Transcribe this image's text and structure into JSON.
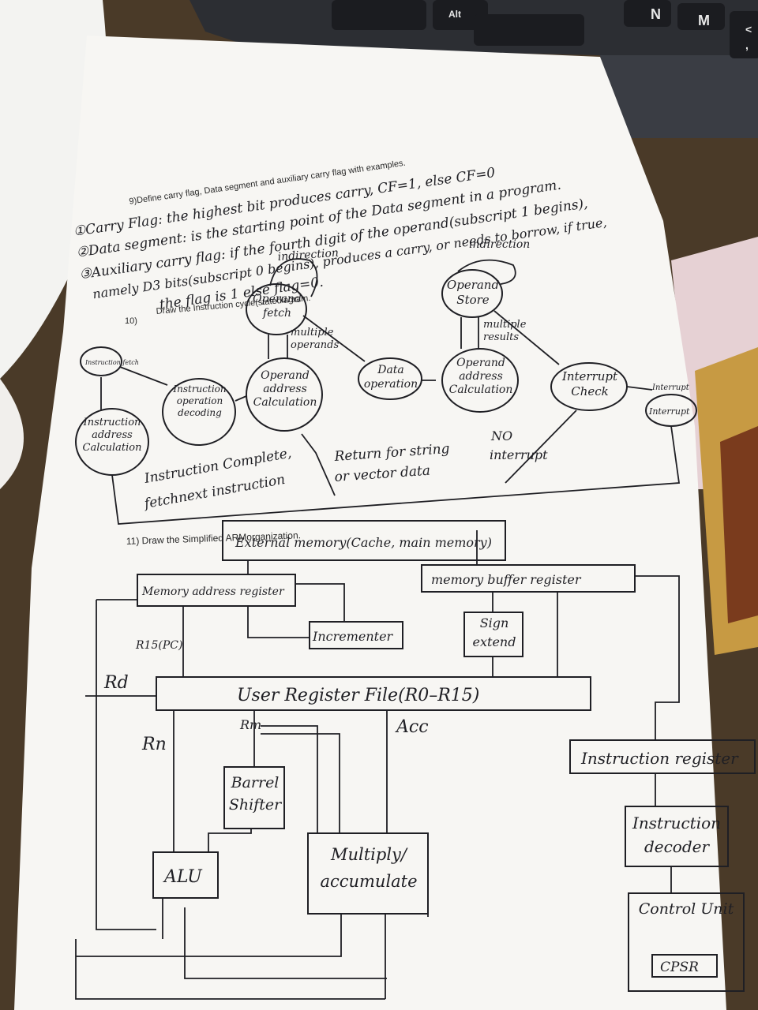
{
  "keyboard": {
    "keys": [
      "Alt",
      "N",
      "M",
      "<",
      ","
    ]
  },
  "worksheet": {
    "q9": {
      "prompt": "9)Define carry flag, Data segment and auxiliary carry flag with examples.",
      "answer_lines": [
        "①Carry Flag: the highest bit produces carry, CF=1, else CF=0",
        "②Data segment: is the starting point of the Data segment in a program.",
        "③Auxiliary carry flag: if the fourth digit of the operand(subscript 1 begins),",
        "namely D3 bits(subscript 0 begins), produces a carry, or needs to borrow, if true,",
        "the flag is 1   else  flag=0."
      ]
    },
    "q10": {
      "number": "10)",
      "prompt": "Draw the Instruction cycle(statediagram.",
      "states": {
        "instruction_fetch": "Instruction fetch",
        "instruction_operation_decoding": "Instruction operation decoding",
        "instruction_address_calculation": "Instruction address Calculation",
        "operand_fetch": "Operand fetch",
        "operand_address_calc_left": "Operand address Calculation",
        "data_operation": "Data operation",
        "operand_store": "Operand Store",
        "operand_address_calc_right": "Operand address Calculation",
        "interrupt_check": "Interrupt Check",
        "interrupt": "Interrupt"
      },
      "labels": {
        "indirection_left": "indirection",
        "indirection_right": "indirection",
        "multiple_operands": "multiple operands",
        "multiple_results": "multiple results",
        "instruction_complete": "Instruction Complete,",
        "fetch_next": "fetchnext instruction",
        "return_string": "Return for string",
        "or_vector": "or vector data",
        "no": "NO",
        "no_interrupt": "interrupt",
        "interrupt_arrow": "Interrupt"
      }
    },
    "q11": {
      "prompt": "11) Draw the Simplified ARMorganization.",
      "blocks": {
        "external_memory": "External memory(Cache, main memory)",
        "memory_address_register": "Memory address register",
        "memory_buffer_register": "memory buffer register",
        "incrementer": "Incrementer",
        "sign_extend": "Sign extend",
        "user_register_file": "User Register File(R0–R15)",
        "barrel_shifter": "Barrel Shifter",
        "alu": "ALU",
        "multiply_accumulate": "Multiply/ accumulate",
        "instruction_register": "Instruction register",
        "instruction_decoder": "Instruction decoder",
        "control_unit": "Control Unit",
        "cpsr": "CPSR"
      },
      "signals": {
        "r15pc": "R15(PC)",
        "rd": "Rd",
        "rn": "Rn",
        "rm": "Rm",
        "acc": "Acc"
      }
    }
  }
}
